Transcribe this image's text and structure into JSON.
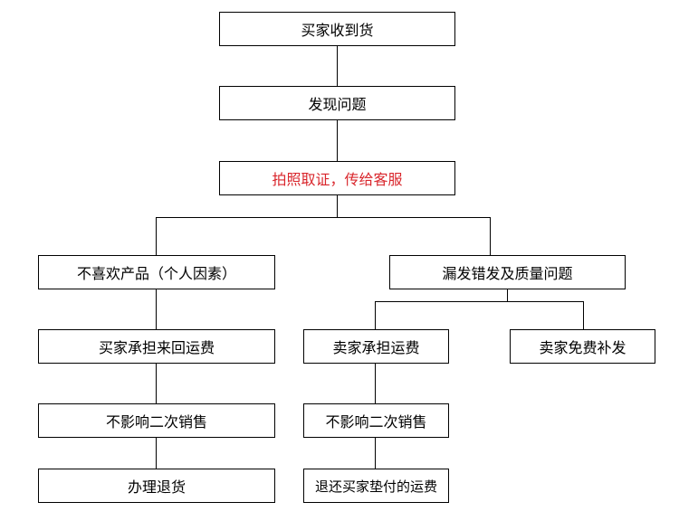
{
  "nodes": [
    {
      "id": "received",
      "label": "买家收到货"
    },
    {
      "id": "problem",
      "label": "发现问题"
    },
    {
      "id": "evidence",
      "label": "拍照取证，传给客服",
      "highlight": true
    },
    {
      "id": "dislike",
      "label": "不喜欢产品（个人因素）"
    },
    {
      "id": "missing",
      "label": "漏发错发及质量问题"
    },
    {
      "id": "buyer-shipping",
      "label": "买家承担来回运费"
    },
    {
      "id": "seller-shipping",
      "label": "卖家承担运费"
    },
    {
      "id": "seller-reship",
      "label": "卖家免费补发"
    },
    {
      "id": "no-resale-left",
      "label": "不影响二次销售"
    },
    {
      "id": "no-resale-right",
      "label": "不影响二次销售"
    },
    {
      "id": "refund",
      "label": "办理退货"
    },
    {
      "id": "return-shipping",
      "label": "退还买家垫付的运费"
    }
  ],
  "colors": {
    "highlight_text": "#d9262c",
    "line": "#000000"
  }
}
